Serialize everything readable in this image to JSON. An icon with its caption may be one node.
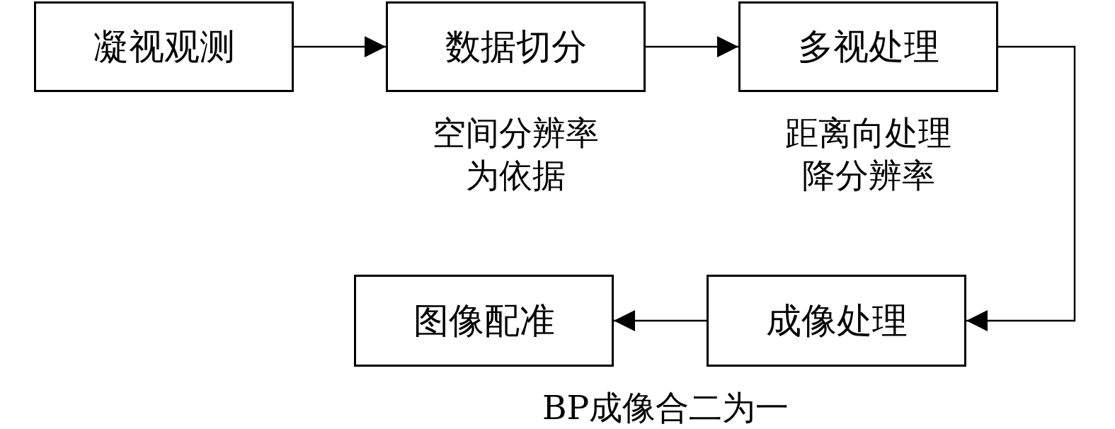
{
  "diagram": {
    "nodes": [
      {
        "text": [
          "凝视观测"
        ]
      },
      {
        "text": [
          "数据切分"
        ],
        "beside": [
          "空间分辨率为依据"
        ]
      },
      {
        "text": [
          "多视处理"
        ],
        "beside": [
          "距离向处理降分辨率"
        ]
      },
      {
        "text": [
          "成像处理"
        ]
      },
      {
        "text": [
          "图像配准"
        ]
      }
    ],
    "edges": [
      {
        "from": 0,
        "to": 1,
        "arrow": "to"
      },
      {
        "from": 1,
        "to": 2,
        "arrow": "to"
      },
      {
        "from": 2,
        "to": 3,
        "arrow": "to"
      },
      {
        "from": 3,
        "to": 4,
        "arrow": "to"
      }
    ],
    "labels": [
      "BP成像合二为一"
    ]
  }
}
